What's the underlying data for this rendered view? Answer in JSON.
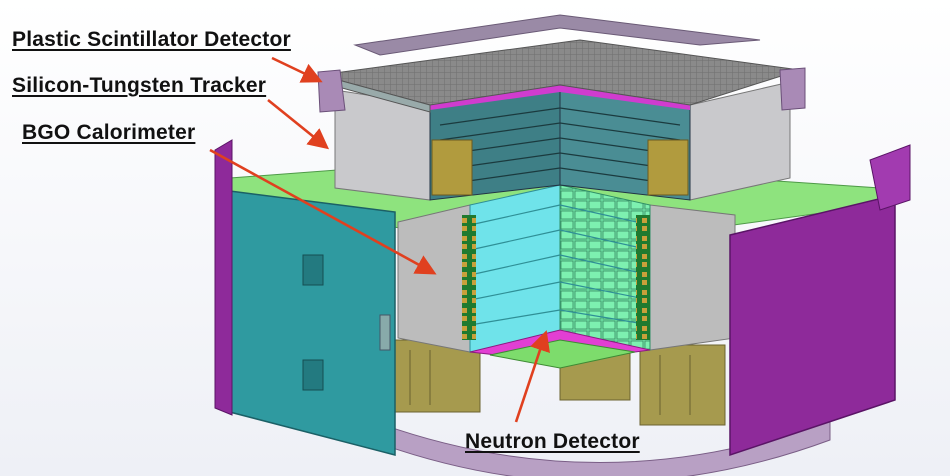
{
  "labels": {
    "plastic": "Plastic Scintillator Detector",
    "tracker": "Silicon-Tungsten Tracker",
    "bgo": "BGO Calorimeter",
    "neutron": "Neutron Detector"
  },
  "colors": {
    "arrow": "#e0401f",
    "frame_green": "#8ee37e",
    "panel_purple": "#8e2a9a",
    "door_teal": "#2f9aa0",
    "gold": "#a69a4e",
    "grey_body": "#bcbcbc",
    "crystal_cyan": "#6fe3ea",
    "magenta": "#e23fd3"
  }
}
